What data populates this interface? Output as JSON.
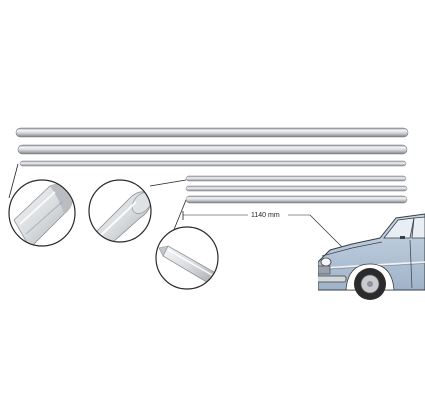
{
  "dimension": {
    "label": "1140 mm"
  },
  "colors": {
    "background": "#ffffff",
    "trim_light": "#eef0f2",
    "trim_mid": "#c8ccd0",
    "trim_dark": "#8e9398",
    "outline": "#2a2a2a",
    "car_body": "#b8c9dc",
    "car_outline": "#3a3f45",
    "tire": "#2b2b2b"
  },
  "icons": {
    "trim_end_detail": "rounded-trim-end",
    "trim_tip_detail": "pointed-trim-tip",
    "car": "vintage-sedan"
  }
}
